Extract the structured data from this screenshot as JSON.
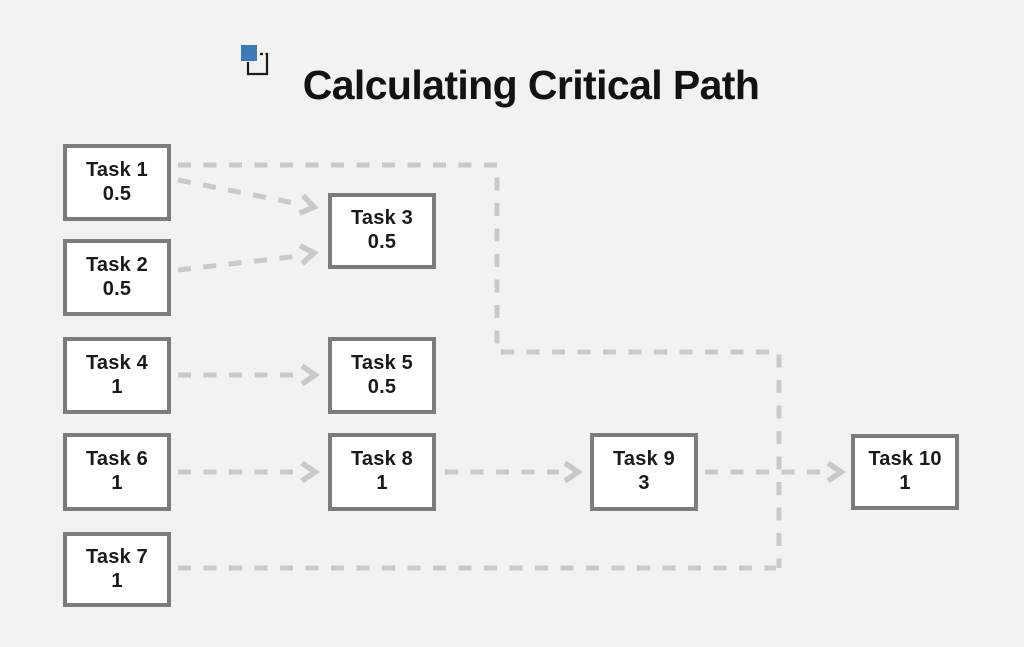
{
  "title": "Calculating Critical Path",
  "title_icon": "duplicate-square-icon",
  "colors": {
    "background": "#f2f2f0",
    "box_fill": "#ffffff",
    "box_border": "#7c7c7c",
    "connector": "#c9c9c9",
    "title_text": "#121212",
    "task_text": "#1a1a1a",
    "icon_blue": "#3d7abc",
    "icon_outline": "#1a1a1a"
  },
  "tasks": [
    {
      "name": "Task 1",
      "duration": "0.5"
    },
    {
      "name": "Task 2",
      "duration": "0.5"
    },
    {
      "name": "Task 3",
      "duration": "0.5"
    },
    {
      "name": "Task 4",
      "duration": "1"
    },
    {
      "name": "Task 5",
      "duration": "0.5"
    },
    {
      "name": "Task 6",
      "duration": "1"
    },
    {
      "name": "Task 7",
      "duration": "1"
    },
    {
      "name": "Task 8",
      "duration": "1"
    },
    {
      "name": "Task 9",
      "duration": "3"
    },
    {
      "name": "Task 10",
      "duration": "1"
    }
  ],
  "edges": [
    {
      "from": "Task 1",
      "to": "Task 3",
      "style": "diagonal-arrow"
    },
    {
      "from": "Task 2",
      "to": "Task 3",
      "style": "diagonal-arrow"
    },
    {
      "from": "Task 1",
      "to": "Task 10",
      "style": "elbow-top-route"
    },
    {
      "from": "Task 4",
      "to": "Task 5",
      "style": "straight-arrow"
    },
    {
      "from": "Task 6",
      "to": "Task 8",
      "style": "straight-arrow"
    },
    {
      "from": "Task 8",
      "to": "Task 9",
      "style": "straight-arrow"
    },
    {
      "from": "Task 9",
      "to": "Task 10",
      "style": "straight-arrow"
    },
    {
      "from": "Task 7",
      "to": "Task 10",
      "style": "elbow-bottom-route"
    }
  ]
}
